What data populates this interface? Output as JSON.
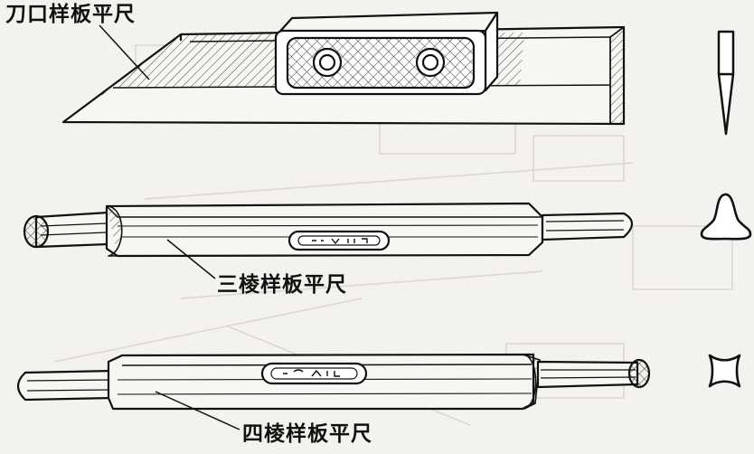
{
  "labels": {
    "knife_edge": "刀口样板平尺",
    "triangular": "三棱样板平尺",
    "square": "四棱样板平尺"
  },
  "colors": {
    "background": "#f4f2ee",
    "ink": "#111111",
    "hatch": "#2a2a2a",
    "faint_print": "#c9c6c0"
  },
  "icons": {
    "knife_profile": "knife-edge-section-icon",
    "triangle_profile": "triangular-section-icon",
    "square_profile": "four-edge-section-icon"
  }
}
